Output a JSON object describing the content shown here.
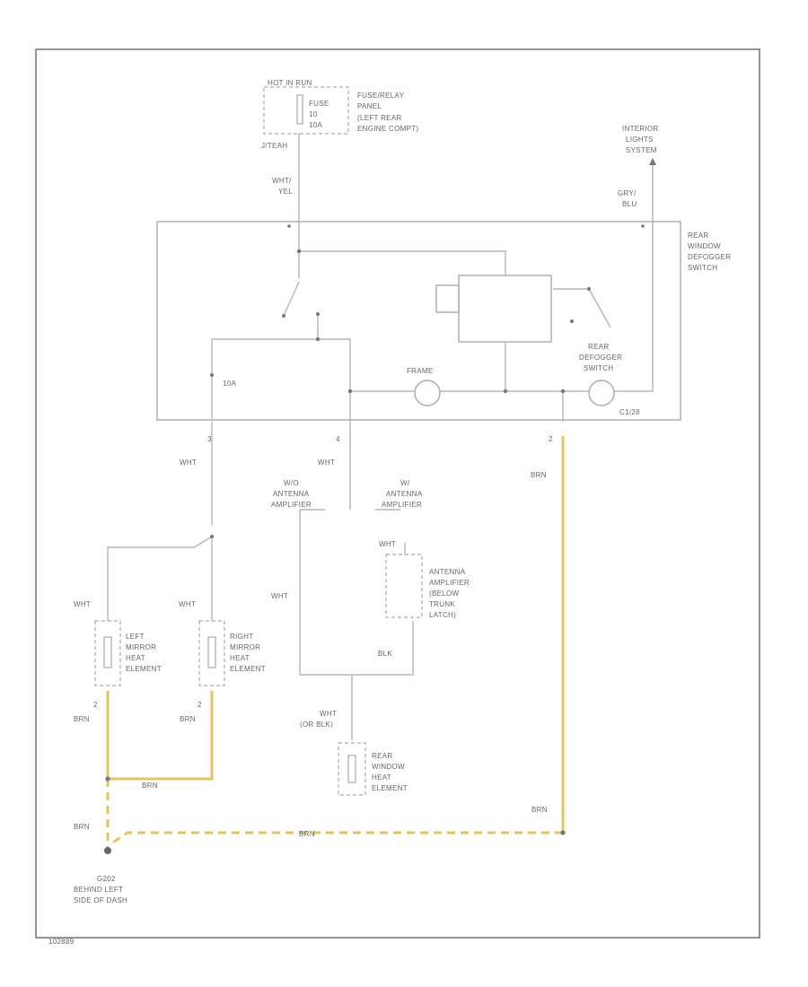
{
  "colors": {
    "ground_wire": "#e6c35c",
    "wire": "#b5b5b5",
    "text": "#666666"
  },
  "labels": {
    "hot_run": "HOT IN RUN",
    "fuse_line1": "FUSE",
    "fuse_line2": "10",
    "fuse_line3": "10A",
    "fuse_relay_panel_1": "FUSE/RELAY",
    "fuse_relay_panel_2": "PANEL",
    "fuse_relay_panel_3": "(LEFT REAR",
    "fuse_relay_panel_4": "ENGINE COMPT)",
    "top_connector": "J/TEAH",
    "top_wire_1": "WHT/",
    "top_wire_2": "YEL",
    "interior_lights_1": "INTERIOR",
    "interior_lights_2": "LIGHTS",
    "interior_lights_3": "SYSTEM",
    "interior_wire_1": "GRY/",
    "interior_wire_2": "BLU",
    "switch_label_1": "REAR",
    "switch_label_2": "WINDOW",
    "switch_label_3": "DEFOGGER",
    "switch_label_4": "SWITCH",
    "timer_label": "10A",
    "frame_label": "FRAME",
    "defogger_switch_1": "REAR",
    "defogger_switch_2": "DEFOGGER",
    "defogger_switch_3": "SWITCH",
    "connector_id": "C1/28",
    "pin_left": "3",
    "pin_mid": "4",
    "pin_right": "2",
    "wire_left": "WHT",
    "wire_mid": "WHT",
    "wire_right": "BRN",
    "antenna_wo_1": "W/O",
    "antenna_wo_2": "ANTENNA",
    "antenna_wo_3": "AMPLIFIER",
    "antenna_w_1": "W/",
    "antenna_w_2": "ANTENNA",
    "antenna_w_3": "AMPLIFIER",
    "amp_wire": "WHT",
    "amplifier_1": "ANTENNA",
    "amplifier_2": "AMPLIFIER",
    "amplifier_3": "(BELOW",
    "amplifier_4": "TRUNK",
    "amplifier_5": "LATCH)",
    "amp_wire_mid": "WHT",
    "amp_ground_wire": "BLK",
    "left_mirror_wire": "WHT",
    "right_mirror_wire": "WHT",
    "left_mirror_1": "LEFT",
    "left_mirror_2": "MIRROR",
    "left_mirror_3": "HEAT",
    "left_mirror_4": "ELEMENT",
    "right_mirror_1": "RIGHT",
    "right_mirror_2": "MIRROR",
    "right_mirror_3": "HEAT",
    "right_mirror_4": "ELEMENT",
    "left_mirror_pin": "2",
    "right_mirror_pin": "2",
    "left_mirror_gnd": "BRN",
    "right_mirror_gnd": "BRN",
    "splice_wire": "BRN",
    "rear_window_wire_1": "WHT",
    "rear_window_wire_2": "(OR BLK)",
    "rear_window_1": "REAR",
    "rear_window_2": "WINDOW",
    "rear_window_3": "HEAT",
    "rear_window_4": "ELEMENT",
    "ground_wire_left": "BRN",
    "ground_wire_bottom": "BRN",
    "ground_wire_right": "BRN",
    "ground_id": "G202",
    "ground_loc_1": "BEHIND LEFT",
    "ground_loc_2": "SIDE OF DASH",
    "figure_id": "102889"
  }
}
